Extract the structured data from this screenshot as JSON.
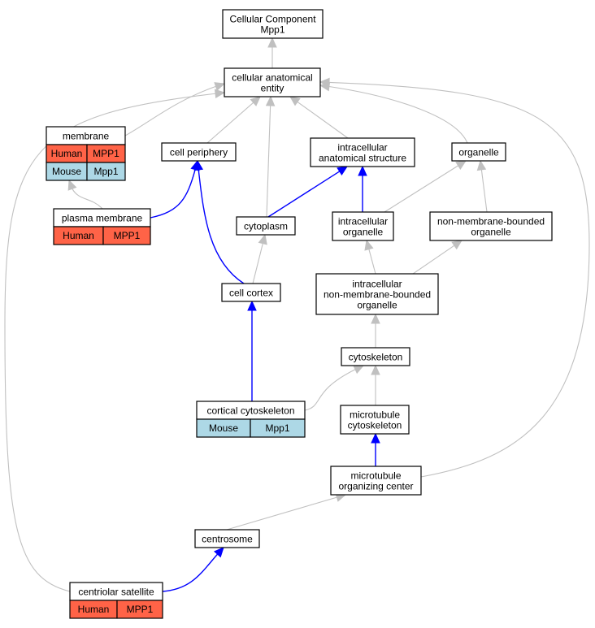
{
  "colors": {
    "human": "#ff6347",
    "mouse": "#add8e6",
    "is_a_edge": "#c0c0c0",
    "part_of_edge": "#0000ff"
  },
  "nodes": {
    "root": {
      "lines": [
        "Cellular Component",
        "Mpp1"
      ]
    },
    "cae": {
      "lines": [
        "cellular anatomical",
        "entity"
      ]
    },
    "membrane": {
      "lines": [
        "membrane"
      ],
      "annotations": [
        [
          "Human",
          "MPP1"
        ],
        [
          "Mouse",
          "Mpp1"
        ]
      ]
    },
    "cell_periphery": {
      "lines": [
        "cell periphery"
      ]
    },
    "ias": {
      "lines": [
        "intracellular",
        "anatomical structure"
      ]
    },
    "organelle": {
      "lines": [
        "organelle"
      ]
    },
    "plasma_membrane": {
      "lines": [
        "plasma membrane"
      ],
      "annotations": [
        [
          "Human",
          "MPP1"
        ]
      ]
    },
    "cytoplasm": {
      "lines": [
        "cytoplasm"
      ]
    },
    "intracellular_organelle": {
      "lines": [
        "intracellular",
        "organelle"
      ]
    },
    "nmbo": {
      "lines": [
        "non-membrane-bounded",
        "organelle"
      ]
    },
    "cell_cortex": {
      "lines": [
        "cell cortex"
      ]
    },
    "inmbo": {
      "lines": [
        "intracellular",
        "non-membrane-bounded",
        "organelle"
      ]
    },
    "cytoskeleton": {
      "lines": [
        "cytoskeleton"
      ]
    },
    "cortical_cytoskeleton": {
      "lines": [
        "cortical cytoskeleton"
      ],
      "annotations": [
        [
          "Mouse",
          "Mpp1"
        ]
      ]
    },
    "microtubule_cytoskeleton": {
      "lines": [
        "microtubule",
        "cytoskeleton"
      ]
    },
    "mtoc": {
      "lines": [
        "microtubule",
        "organizing center"
      ]
    },
    "centrosome": {
      "lines": [
        "centrosome"
      ]
    },
    "centriolar_satellite": {
      "lines": [
        "centriolar satellite"
      ],
      "annotations": [
        [
          "Human",
          "MPP1"
        ]
      ]
    }
  },
  "edges": [
    {
      "from": "cae",
      "to": "root",
      "type": "is_a"
    },
    {
      "from": "membrane",
      "to": "cae",
      "type": "is_a"
    },
    {
      "from": "cell_periphery",
      "to": "cae",
      "type": "is_a"
    },
    {
      "from": "cytoplasm",
      "to": "cae",
      "type": "is_a"
    },
    {
      "from": "ias",
      "to": "cae",
      "type": "is_a"
    },
    {
      "from": "organelle",
      "to": "cae",
      "type": "is_a"
    },
    {
      "from": "mtoc",
      "to": "cae",
      "type": "is_a"
    },
    {
      "from": "centriolar_satellite",
      "to": "cae",
      "type": "is_a"
    },
    {
      "from": "plasma_membrane",
      "to": "membrane",
      "type": "is_a"
    },
    {
      "from": "plasma_membrane",
      "to": "cell_periphery",
      "type": "part_of"
    },
    {
      "from": "cell_cortex",
      "to": "cell_periphery",
      "type": "part_of"
    },
    {
      "from": "cytoplasm",
      "to": "ias",
      "type": "part_of"
    },
    {
      "from": "intracellular_organelle",
      "to": "ias",
      "type": "part_of"
    },
    {
      "from": "intracellular_organelle",
      "to": "organelle",
      "type": "is_a"
    },
    {
      "from": "nmbo",
      "to": "organelle",
      "type": "is_a"
    },
    {
      "from": "cell_cortex",
      "to": "cytoplasm",
      "type": "is_a"
    },
    {
      "from": "inmbo",
      "to": "intracellular_organelle",
      "type": "is_a"
    },
    {
      "from": "inmbo",
      "to": "nmbo",
      "type": "is_a"
    },
    {
      "from": "cortical_cytoskeleton",
      "to": "cell_cortex",
      "type": "part_of"
    },
    {
      "from": "cytoskeleton",
      "to": "inmbo",
      "type": "is_a"
    },
    {
      "from": "cortical_cytoskeleton",
      "to": "cytoskeleton",
      "type": "is_a"
    },
    {
      "from": "microtubule_cytoskeleton",
      "to": "cytoskeleton",
      "type": "is_a"
    },
    {
      "from": "mtoc",
      "to": "microtubule_cytoskeleton",
      "type": "part_of"
    },
    {
      "from": "centrosome",
      "to": "mtoc",
      "type": "is_a"
    },
    {
      "from": "centriolar_satellite",
      "to": "centrosome",
      "type": "part_of"
    }
  ]
}
